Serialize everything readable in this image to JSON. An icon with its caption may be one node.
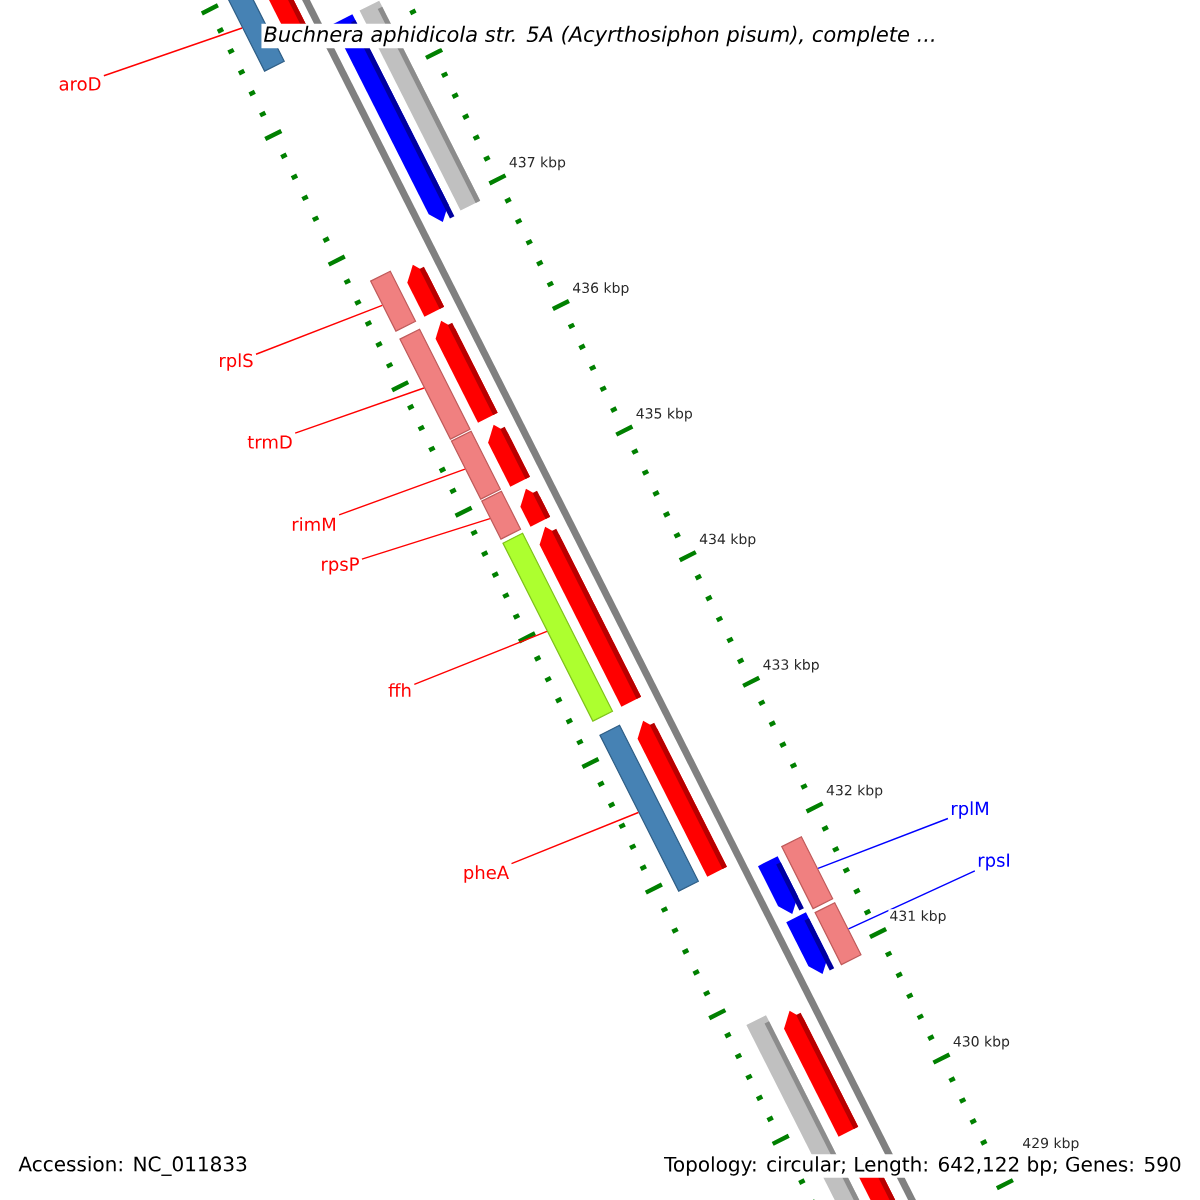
{
  "diagram": {
    "title": "Buchnera aphidicola str. 5A (Acyrthosiphon pisum), complete ...",
    "nodes": [
      {
        "text": [
          "aroD"
        ]
      },
      {
        "text": [],
        "shape": "bar"
      },
      {
        "text": [
          "rplS"
        ]
      },
      {
        "text": [],
        "shape": "bar"
      },
      {
        "text": [
          "trmD"
        ]
      },
      {
        "text": [],
        "shape": "bar"
      },
      {
        "text": [
          "rimM"
        ]
      },
      {
        "text": [],
        "shape": "bar"
      },
      {
        "text": [
          "rpsP"
        ]
      },
      {
        "text": [],
        "shape": "bar"
      },
      {
        "text": [
          "ffh"
        ]
      },
      {
        "text": [],
        "shape": "bar"
      },
      {
        "text": [
          "pheA"
        ]
      },
      {
        "text": [],
        "shape": "bar"
      },
      {
        "text": [
          "rplM"
        ]
      },
      {
        "text": [],
        "shape": "bar"
      },
      {
        "text": [
          "rpsI"
        ]
      },
      {
        "text": [],
        "shape": "bar"
      }
    ],
    "edges": [
      {
        "from": 0,
        "to": 1,
        "arrow": "none"
      },
      {
        "from": 2,
        "to": 3,
        "arrow": "none"
      },
      {
        "from": 4,
        "to": 5,
        "arrow": "none"
      },
      {
        "from": 6,
        "to": 7,
        "arrow": "none"
      },
      {
        "from": 8,
        "to": 9,
        "arrow": "none"
      },
      {
        "from": 10,
        "to": 11,
        "arrow": "none"
      },
      {
        "from": 12,
        "to": 13,
        "arrow": "none"
      },
      {
        "from": 14,
        "to": 15,
        "arrow": "none",
        "color": "#0000ff"
      },
      {
        "from": 16,
        "to": 17,
        "arrow": "none",
        "color": "#0000ff"
      }
    ],
    "labels": [
      "437 kbp",
      "436 kbp",
      "435 kbp",
      "434 kbp",
      "433 kbp",
      "432 kbp",
      "431 kbp",
      "430 kbp",
      "429 kbp",
      "Accession: NC_011833",
      "Topology: circular; Length: 642,122 bp; Genes: 590"
    ]
  }
}
